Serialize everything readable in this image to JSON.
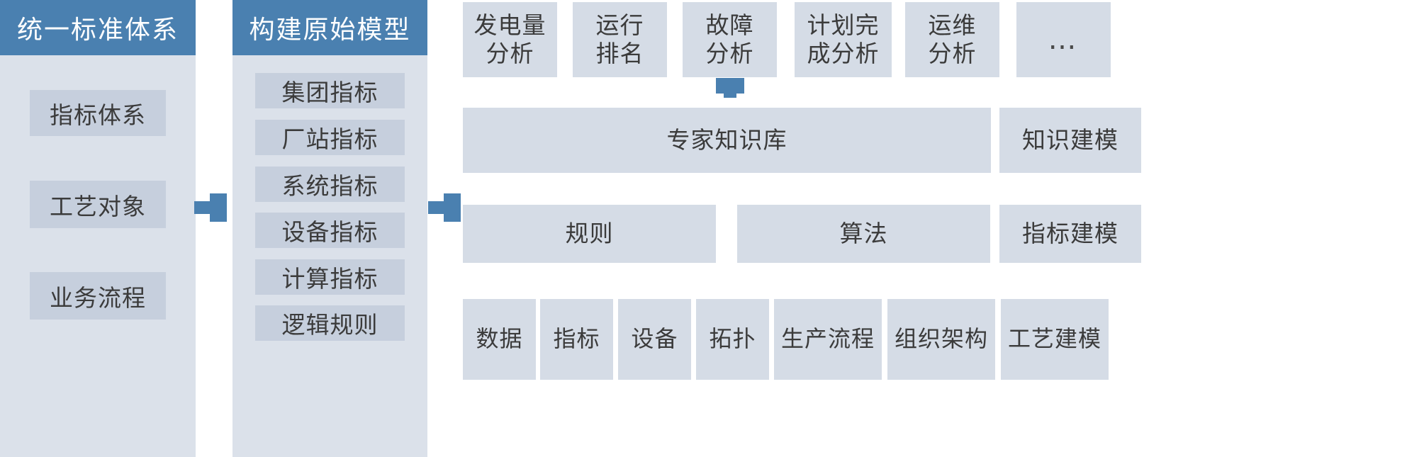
{
  "colors": {
    "header_blue": "#4a80b0",
    "panel_bg": "#dbe1ea",
    "chip_bg": "#c6cfdd",
    "tile_bg": "#d5dce6",
    "text": "#3b3b3b",
    "page_bg": "#ffffff"
  },
  "panels": {
    "standards": {
      "title": "统一标准体系",
      "items": [
        {
          "label": "指标体系"
        },
        {
          "label": "工艺对象"
        },
        {
          "label": "业务流程"
        }
      ]
    },
    "model": {
      "title": "构建原始模型",
      "items": [
        {
          "label": "集团指标"
        },
        {
          "label": "厂站指标"
        },
        {
          "label": "系统指标"
        },
        {
          "label": "设备指标"
        },
        {
          "label": "计算指标"
        },
        {
          "label": "逻辑规则"
        }
      ]
    }
  },
  "analysis_row": {
    "tiles": [
      {
        "label": "发电量\n分析"
      },
      {
        "label": "运行\n排名"
      },
      {
        "label": "故障\n分析"
      },
      {
        "label": "计划完\n成分析"
      },
      {
        "label": "运维\n分析"
      },
      {
        "label": "…"
      }
    ]
  },
  "knowledge_row": {
    "main": {
      "label": "专家知识库"
    },
    "side": {
      "label": "知识建模"
    }
  },
  "rules_row": {
    "tiles": [
      {
        "label": "规则"
      },
      {
        "label": "算法"
      }
    ],
    "side": {
      "label": "指标建模"
    }
  },
  "foundation_row": {
    "tiles": [
      {
        "label": "数据"
      },
      {
        "label": "指标"
      },
      {
        "label": "设备"
      },
      {
        "label": "拓扑"
      },
      {
        "label": "生产流程"
      },
      {
        "label": "组织架构"
      },
      {
        "label": "工艺建模"
      }
    ]
  },
  "connectors": [
    {
      "name": "standards-to-model",
      "direction": "right"
    },
    {
      "name": "model-to-knowledge",
      "direction": "right"
    },
    {
      "name": "fault-analysis-to-knowledge",
      "direction": "down"
    }
  ]
}
